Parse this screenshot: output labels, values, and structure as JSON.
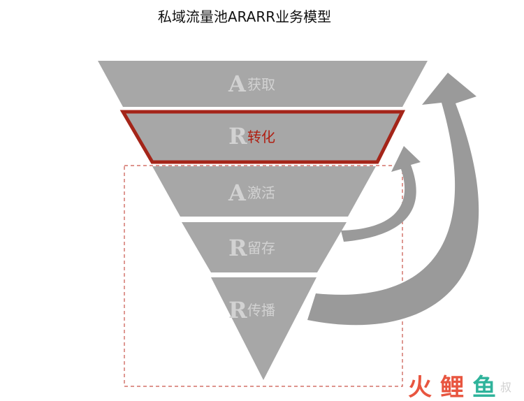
{
  "title": "私域流量池ARARR业务模型",
  "colors": {
    "funnel_fill": "#a7a7a7",
    "highlight_border": "#a42519",
    "highlight_text": "#b01f12",
    "stage_text": "#d2d2d2",
    "arrow_fill": "#9a9a9a",
    "dashed_frame": "#c9534a",
    "watermark_red": "#e8553f",
    "watermark_teal": "#2fb39b"
  },
  "stages": [
    {
      "letter": "A",
      "label": "获取",
      "highlighted": false
    },
    {
      "letter": "R",
      "label": "转化",
      "highlighted": true
    },
    {
      "letter": "A",
      "label": "激活",
      "highlighted": false
    },
    {
      "letter": "R",
      "label": "留存",
      "highlighted": false
    },
    {
      "letter": "R",
      "label": "传播",
      "highlighted": false
    }
  ],
  "watermark": {
    "logo_chars": [
      "火",
      "鲤",
      "鱼"
    ],
    "suffix": "叔"
  }
}
